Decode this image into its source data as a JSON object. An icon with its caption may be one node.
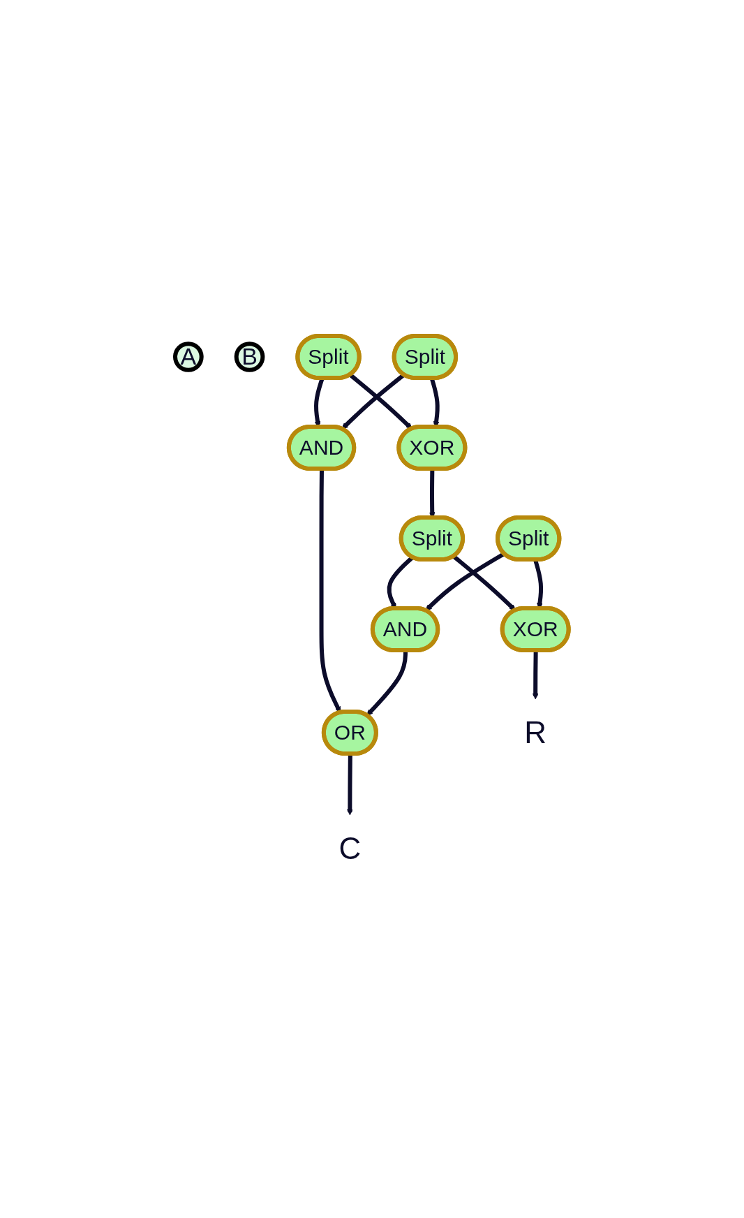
{
  "diagram": {
    "nodes": [
      {
        "text": [
          "A"
        ]
      },
      {
        "text": [
          "B"
        ]
      },
      {
        "text": [
          "Split"
        ]
      },
      {
        "text": [
          "Split"
        ]
      },
      {
        "text": [
          "AND"
        ]
      },
      {
        "text": [
          "XOR"
        ]
      },
      {
        "text": [
          "C"
        ]
      },
      {
        "text": [
          "OR"
        ]
      },
      {
        "text": [
          "Split"
        ]
      },
      {
        "text": [
          "Split"
        ]
      },
      {
        "text": [
          "AND"
        ]
      },
      {
        "text": [
          "XOR"
        ]
      },
      {
        "text": [
          "R"
        ]
      }
    ],
    "edges": [
      {
        "from": 2,
        "to": 4,
        "arrow": "to"
      },
      {
        "from": 2,
        "to": 5,
        "arrow": "to"
      },
      {
        "from": 3,
        "to": 4,
        "arrow": "to"
      },
      {
        "from": 3,
        "to": 5,
        "arrow": "to"
      },
      {
        "from": 4,
        "to": 7,
        "arrow": "to"
      },
      {
        "from": 5,
        "to": 8,
        "arrow": "to"
      },
      {
        "from": 7,
        "to": 6,
        "arrow": "to"
      },
      {
        "from": 8,
        "to": 10,
        "arrow": "to"
      },
      {
        "from": 8,
        "to": 11,
        "arrow": "to"
      },
      {
        "from": 9,
        "to": 10,
        "arrow": "to"
      },
      {
        "from": 9,
        "to": 11,
        "arrow": "to"
      },
      {
        "from": 10,
        "to": 7,
        "arrow": "to"
      },
      {
        "from": 11,
        "to": 12,
        "arrow": "to"
      }
    ]
  }
}
